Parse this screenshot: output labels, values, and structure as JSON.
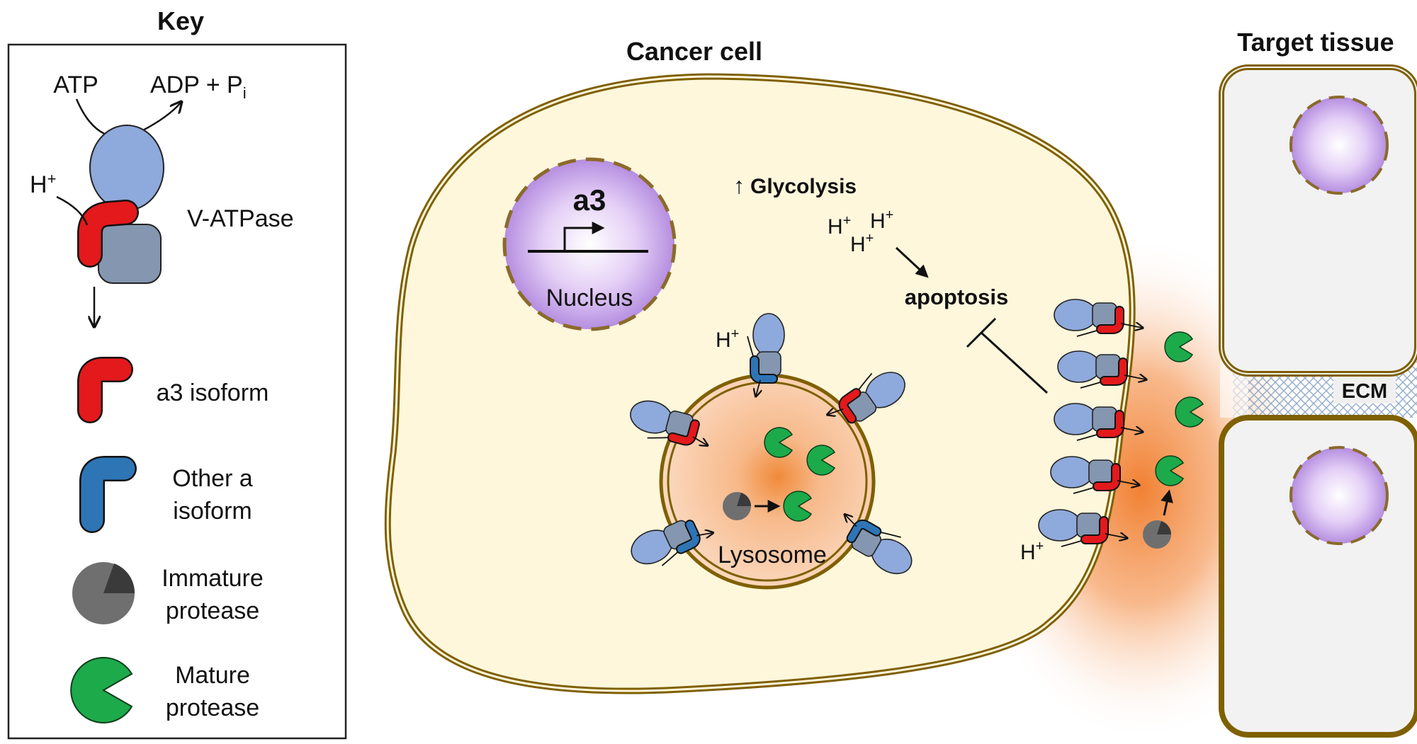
{
  "key": {
    "title": "Key",
    "atp": "ATP",
    "adp": "ADP + P",
    "adp_sub": "i",
    "h_plus": "H",
    "plus": "+",
    "v_atpase": "V-ATPase",
    "a3_isoform": "a3 isoform",
    "other_a_line1": "Other a",
    "other_a_line2": "isoform",
    "immature_line1": "Immature",
    "immature_line2": "protease",
    "mature_line1": "Mature",
    "mature_line2": "protease"
  },
  "cell": {
    "title": "Cancer cell",
    "gene": "a3",
    "nucleus": "Nucleus",
    "glycolysis_arrow": "↑",
    "glycolysis": "Glycolysis",
    "h": "H",
    "plus": "+",
    "apoptosis": "apoptosis",
    "lysosome": "Lysosome"
  },
  "target": {
    "title": "Target tissue",
    "ecm": "ECM"
  },
  "colors": {
    "vatpase_head": "#8EA9DB",
    "vatpase_base": "#8496B0",
    "a3_isoform": "#E3191C",
    "other_a_isoform": "#2E75B6",
    "immature_protease": "#6F6F6F",
    "mature_protease": "#1DAA4B",
    "membrane": "#7F6000",
    "cytoplasm": "#FFF7DC",
    "nucleus": "#C9A6E8",
    "acid": "#F08030"
  }
}
